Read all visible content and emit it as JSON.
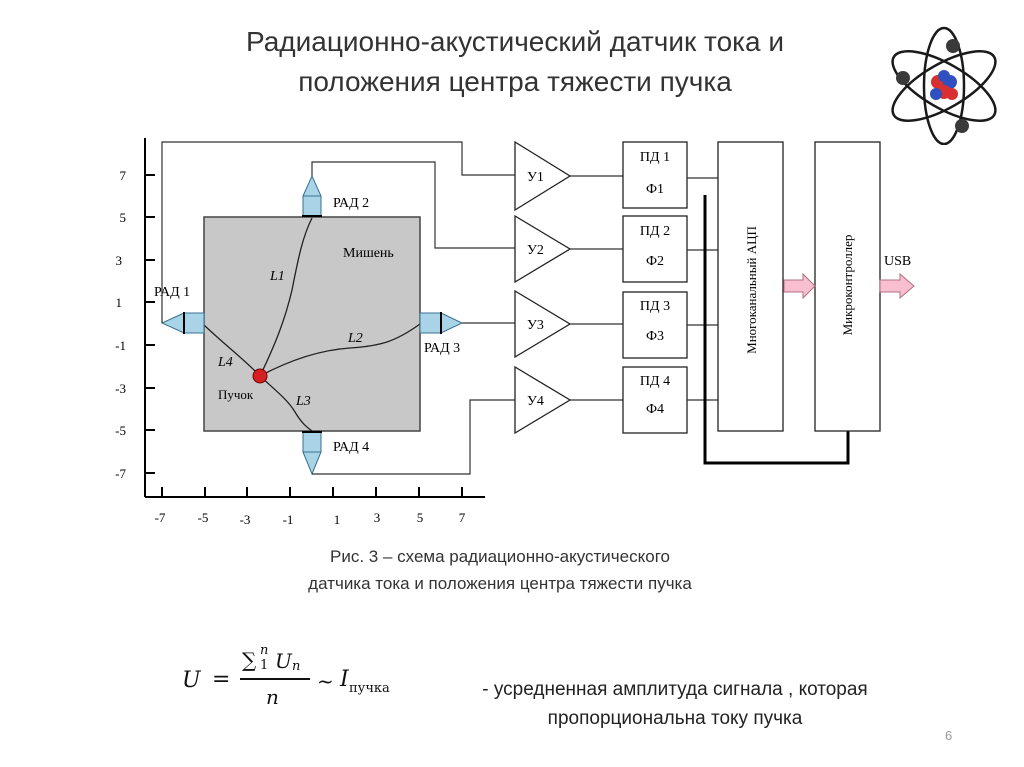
{
  "slide": {
    "title_line1": "Радиационно-акустический датчик тока и",
    "title_line2": "положения центра тяжести пучка",
    "caption_line1": "Рис. 3 – схема радиационно-акустического",
    "caption_line2": "датчика тока и положения центра тяжести пучка",
    "formula": {
      "lhs": "U",
      "eq": "=",
      "numerator": "∑",
      "sum_upper": "n",
      "sum_lower": "1",
      "num_var": "U",
      "num_sub": "n",
      "denominator": "n",
      "approx": "~",
      "rhs": "I",
      "rhs_sub": "пучка"
    },
    "description_line1": "- усредненная амплитуда сигнала , которая",
    "description_line2": "пропорциональна току пучка",
    "page_number": "6"
  },
  "diagram": {
    "y_ticks": [
      "7",
      "5",
      "3",
      "1",
      "-1",
      "-3",
      "-5",
      "-7"
    ],
    "x_ticks": [
      "-7",
      "-5",
      "-3",
      "-1",
      "1",
      "3",
      "5",
      "7"
    ],
    "target_label": "Мишень",
    "beam_label": "Пучок",
    "paths": [
      "L1",
      "L2",
      "L3",
      "L4"
    ],
    "sensors": [
      "РАД 1",
      "РАД 2",
      "РАД 3",
      "РАД 4"
    ],
    "amplifiers": [
      "У1",
      "У2",
      "У3",
      "У4"
    ],
    "detectors": [
      {
        "pd": "ПД 1",
        "f": "Ф1"
      },
      {
        "pd": "ПД 2",
        "f": "Ф2"
      },
      {
        "pd": "ПД 3",
        "f": "Ф3"
      },
      {
        "pd": "ПД 4",
        "f": "Ф4"
      }
    ],
    "adc_label": "Многоканальный АЦП",
    "mcu_label": "Микроконтроллер",
    "usb_label": "USB",
    "colors": {
      "target_fill": "#c8c8c8",
      "sensor_fill": "#a9d4e8",
      "beam": "#d42020",
      "arrow_fill": "#f7bfd0",
      "atom_core_red": "#d83030",
      "atom_core_blue": "#3050c0"
    }
  }
}
